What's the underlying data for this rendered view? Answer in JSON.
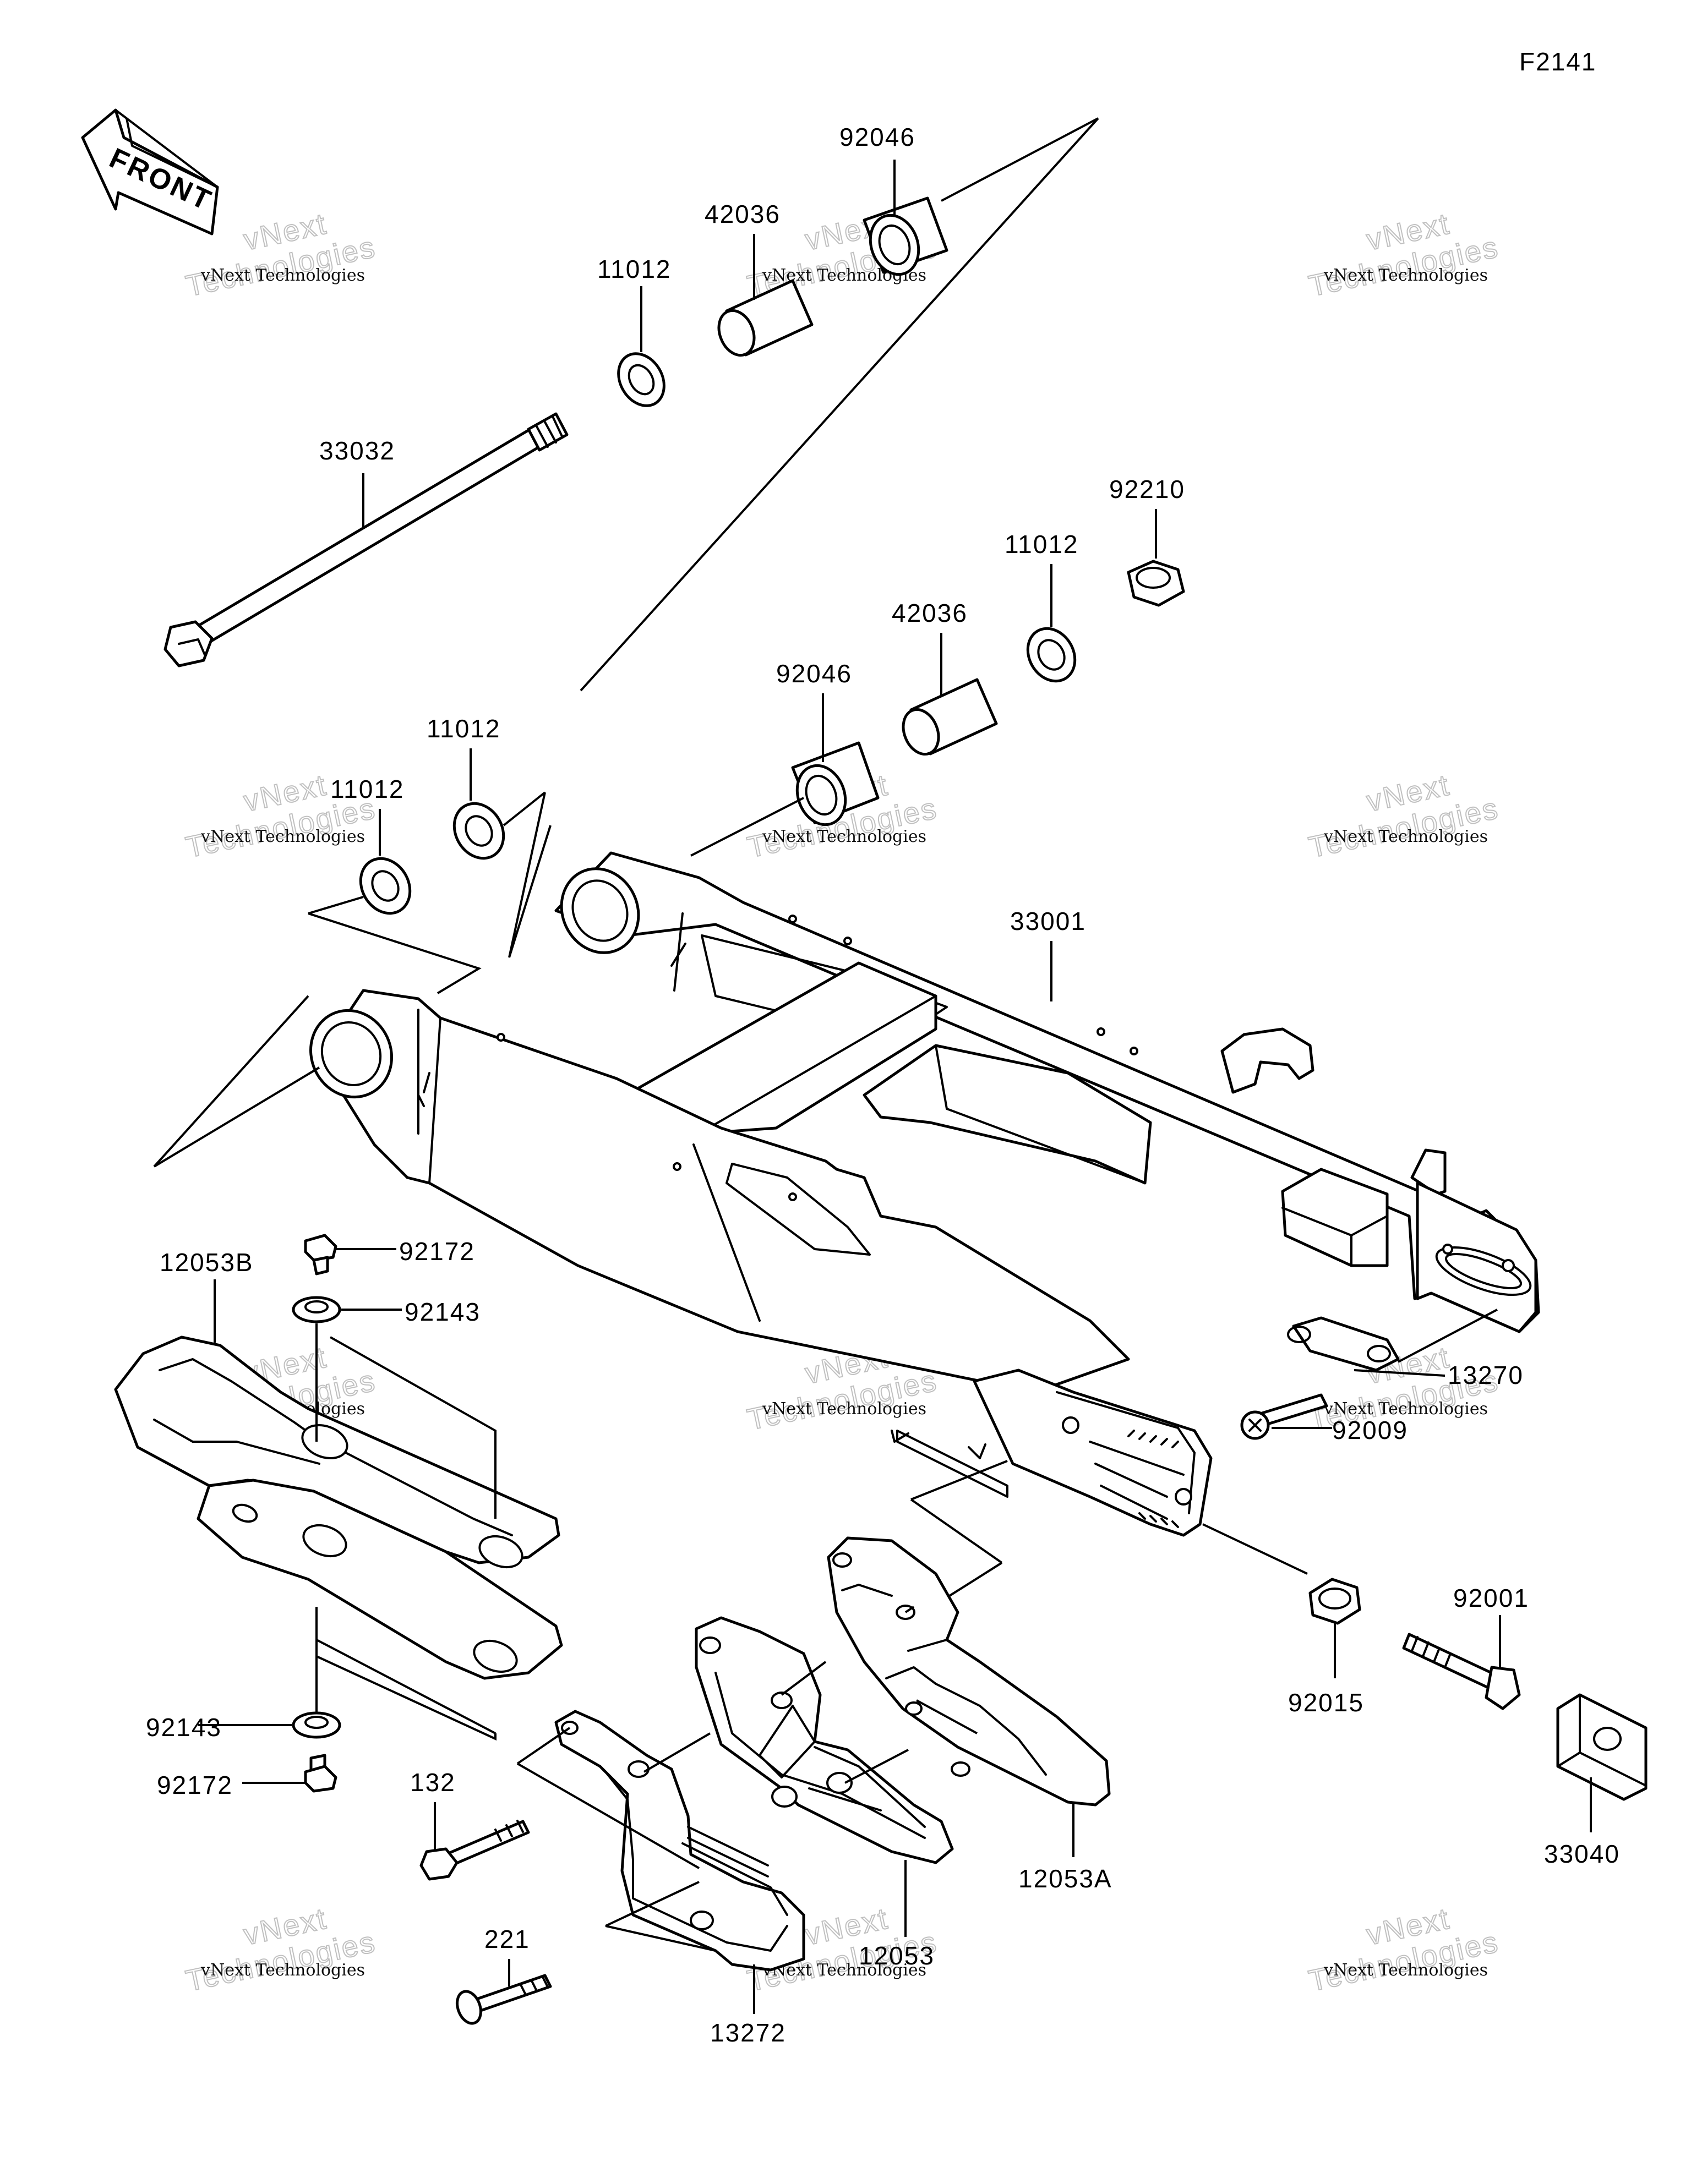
{
  "diagram_code": "F2141",
  "front_arrow": {
    "label": "FRONT",
    "icon": "front-arrow-icon"
  },
  "watermark": {
    "line1": "vNext Technologies",
    "line2": "Technologies",
    "line2_top": "vNext"
  },
  "parts": {
    "p92046_top": "92046",
    "p42036_top": "42036",
    "p11012_top": "11012",
    "p33032": "33032",
    "p92210": "92210",
    "p11012_r": "11012",
    "p42036_mid": "42036",
    "p92046_mid": "92046",
    "p11012_mid": "11012",
    "p11012_left": "11012",
    "p33001": "33001",
    "p92172_top": "92172",
    "p92143_top": "92143",
    "p12053B": "12053B",
    "p13270": "13270",
    "p92009": "92009",
    "p92001": "92001",
    "p92015": "92015",
    "p92143_bot": "92143",
    "p92172_bot": "92172",
    "p132": "132",
    "p12053A": "12053A",
    "p33040": "33040",
    "p221": "221",
    "p12053": "12053",
    "p13272": "13272"
  }
}
